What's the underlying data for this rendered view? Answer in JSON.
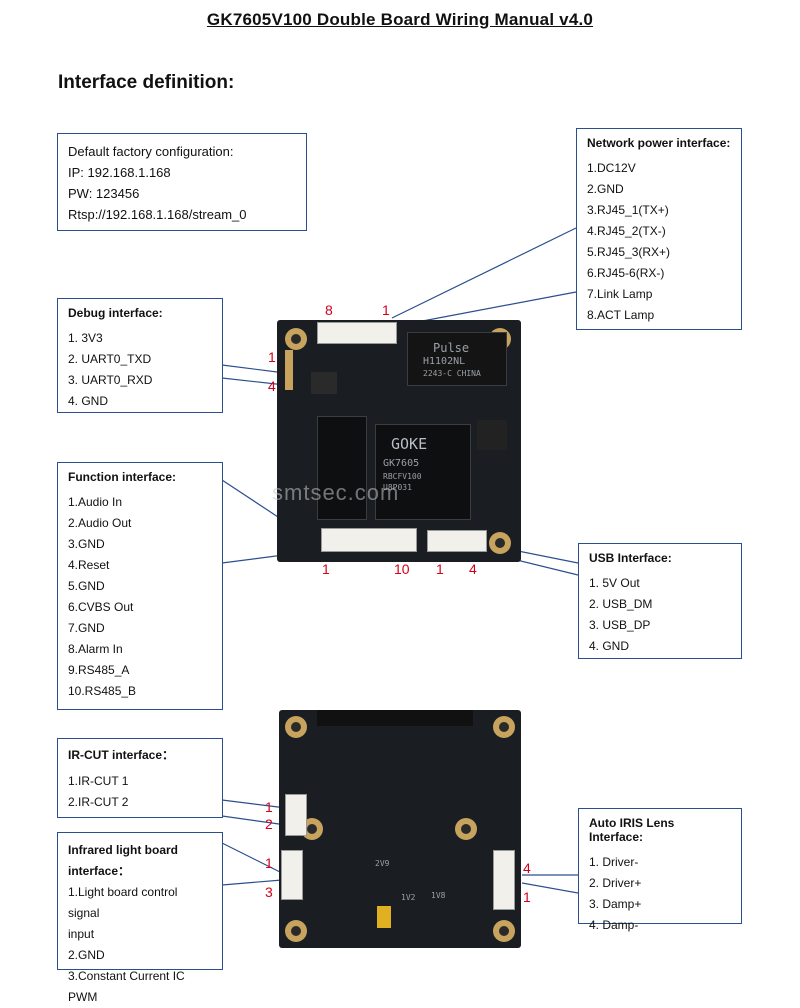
{
  "title": "GK7605V100 Double Board Wiring Manual v4.0",
  "subtitle": "Interface definition:",
  "factory_config": {
    "heading": "Default factory configuration:",
    "ip": "IP: 192.168.1.168",
    "pw": "PW: 123456",
    "rtsp": "Rtsp://192.168.1.168/stream_0"
  },
  "network": {
    "heading": "Network power interface:",
    "pins": [
      "1.DC12V",
      "2.GND",
      "3.RJ45_1(TX+)",
      "4.RJ45_2(TX-)",
      "5.RJ45_3(RX+)",
      "6.RJ45-6(RX-)",
      "7.Link Lamp",
      "8.ACT Lamp"
    ]
  },
  "debug": {
    "heading": "Debug interface:",
    "pins": [
      "1. 3V3",
      "2. UART0_TXD",
      "3. UART0_RXD",
      "4. GND"
    ]
  },
  "function": {
    "heading": "Function interface:",
    "pins": [
      "1.Audio In",
      "2.Audio Out",
      "3.GND",
      "4.Reset",
      "5.GND",
      "6.CVBS Out",
      "7.GND",
      "8.Alarm In",
      "9.RS485_A",
      "10.RS485_B"
    ]
  },
  "usb": {
    "heading": "USB Interface:",
    "pins": [
      "1. 5V Out",
      "2. USB_DM",
      "3. USB_DP",
      "4. GND"
    ]
  },
  "ircut": {
    "heading": "IR-CUT interface：",
    "pins": [
      "1.IR-CUT 1",
      "2.IR-CUT 2"
    ]
  },
  "infrared": {
    "heading_line1": "Infrared light board",
    "heading_line2": "interface：",
    "pins": [
      "1.Light board control signal",
      "input",
      "2.GND",
      "3.Constant Current IC PWM"
    ]
  },
  "iris": {
    "heading": "Auto IRIS Lens Interface:",
    "pins": [
      "1. Driver-",
      "2. Driver+",
      "3. Damp+",
      "4. Damp-"
    ]
  },
  "pin_labels": {
    "net_8": "8",
    "net_1": "1",
    "dbg_1": "1",
    "dbg_4": "4",
    "fn_1": "1",
    "fn_10": "10",
    "usb_1": "1",
    "usb_4": "4",
    "ir_1": "1",
    "ir_2": "2",
    "inf_1": "1",
    "inf_3": "3",
    "iris_4": "4",
    "iris_1": "1"
  },
  "board_text": {
    "pulse_logo": "Pulse",
    "pulse_part": "H1102NL",
    "pulse_code": "2243-C CHINA",
    "goke_logo": "GOKE",
    "goke_part": "GK7605",
    "goke_sub": "RBCFV100",
    "goke_code": "U8P031",
    "watermark": "smtsec.com",
    "small_1": "2V9",
    "small_2": "1V2",
    "small_3": "1V8"
  },
  "colors": {
    "box_border": "#2b4f8e",
    "pin_red": "#d0021b",
    "pcb": "#1a1e22"
  }
}
